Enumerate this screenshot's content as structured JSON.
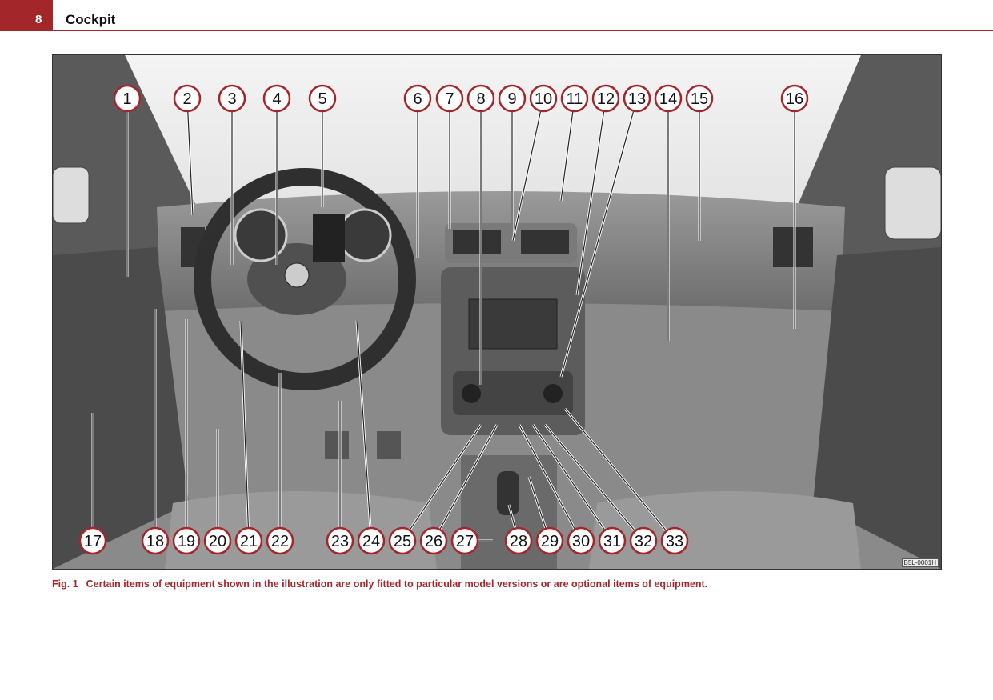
{
  "header": {
    "page_number": "8",
    "title": "Cockpit"
  },
  "figure": {
    "code": "B5L-0001H",
    "callouts_top": [
      "1",
      "2",
      "3",
      "4",
      "5",
      "6",
      "7",
      "8",
      "9",
      "10",
      "11",
      "12",
      "13",
      "14",
      "15",
      "16"
    ],
    "callouts_bottom": [
      "17",
      "18",
      "19",
      "20",
      "21",
      "22",
      "23",
      "24",
      "25",
      "26",
      "27",
      "28",
      "29",
      "30",
      "31",
      "32",
      "33"
    ]
  },
  "caption": {
    "label": "Fig. 1",
    "text": "Certain items of equipment shown in the illustration are only fitted to particular model versions or are optional items of equipment."
  },
  "colors": {
    "accent": "#a3262b"
  }
}
